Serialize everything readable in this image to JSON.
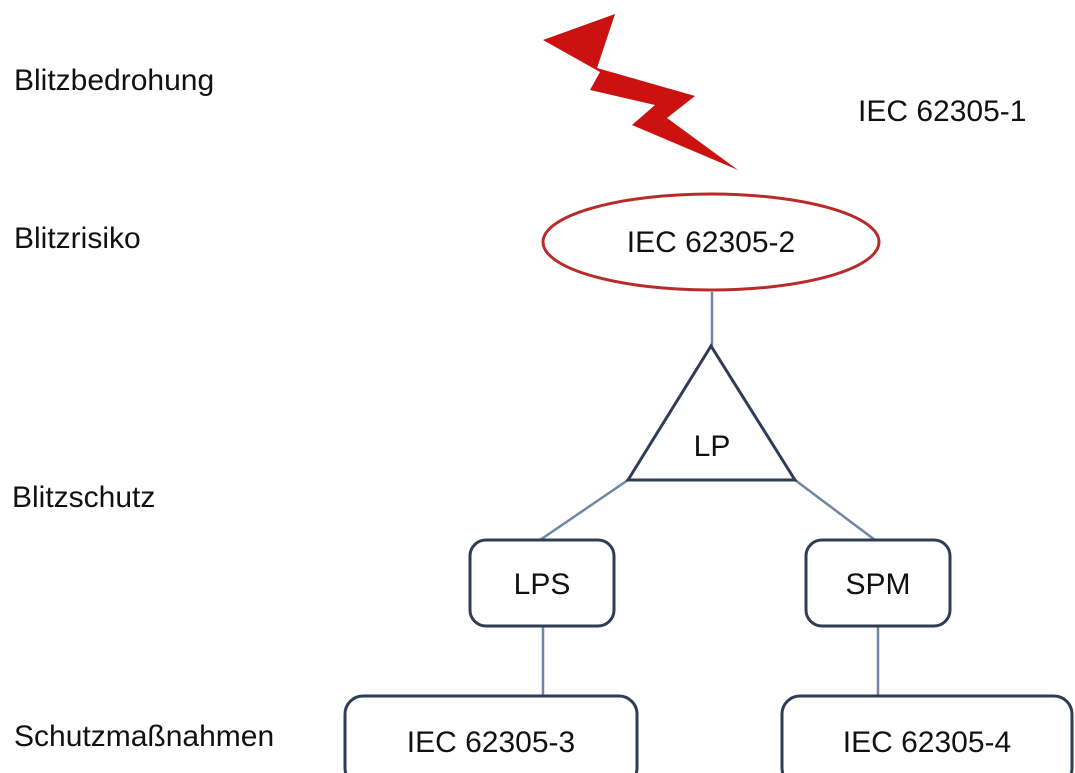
{
  "levels": {
    "threat": "Blitzbedrohung",
    "risk": "Blitzrisiko",
    "protection": "Blitzschutz",
    "measures": "Schutzmaßnahmen"
  },
  "standard_part1": "IEC 62305-1",
  "nodes": {
    "risk_ellipse": "IEC 62305-2",
    "lp_triangle": "LP",
    "lps_box": "LPS",
    "spm_box": "SPM",
    "part3_box": "IEC 62305-3",
    "part4_box": "IEC 62305-4"
  },
  "colors": {
    "lightning": "#cc1111",
    "ellipse_border": "#b82b2b",
    "shape_border": "#2e3d55",
    "connector": "#6f87a6"
  },
  "icons": {
    "lightning": "lightning-bolt-icon"
  }
}
